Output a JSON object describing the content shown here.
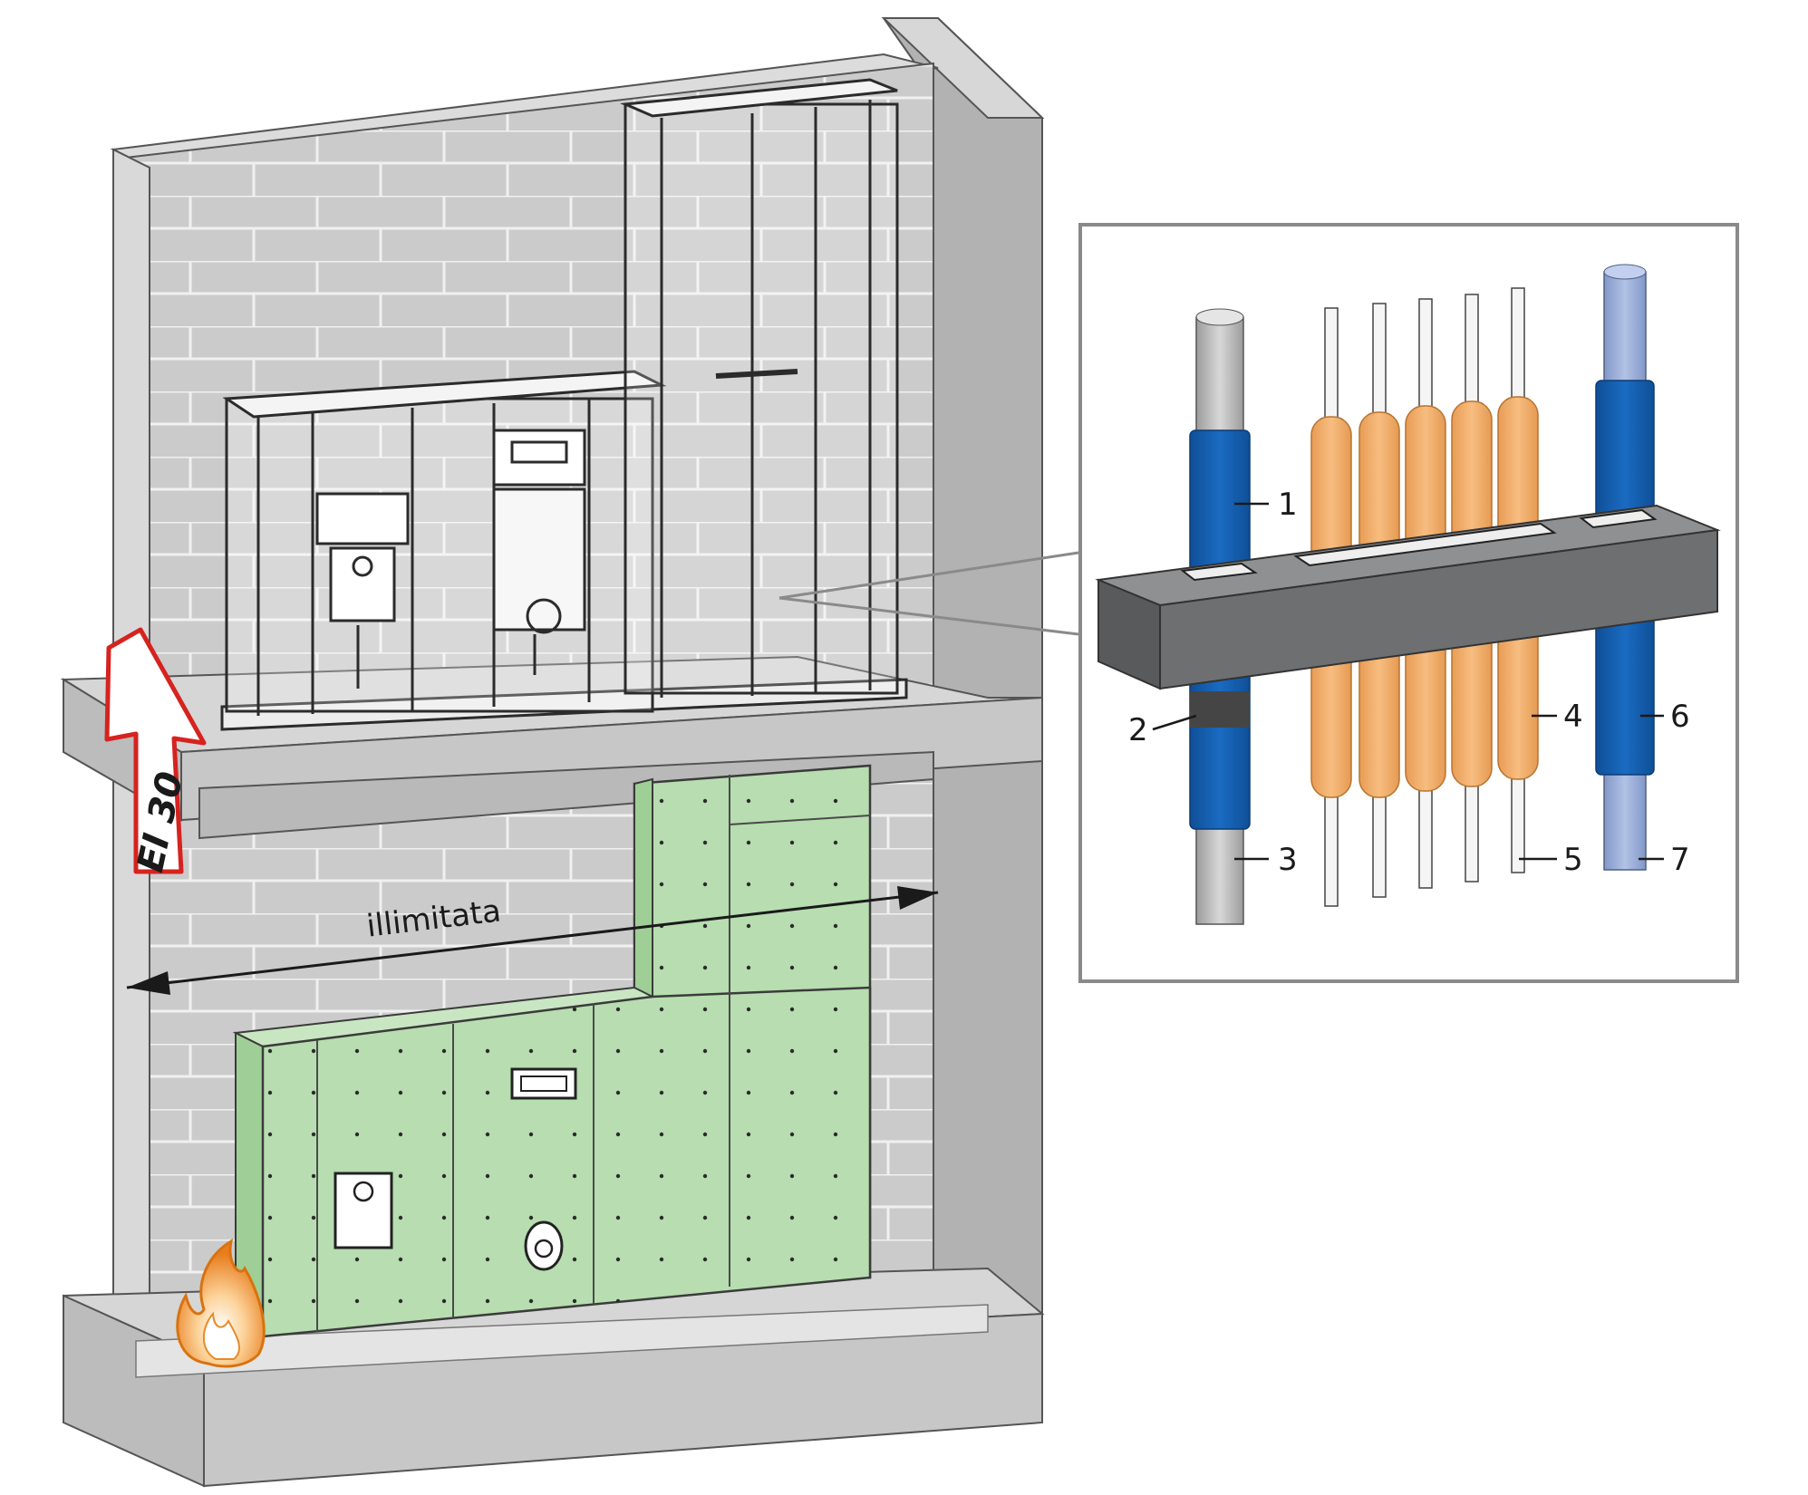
{
  "diagram": {
    "fire_class_label": "EI 30",
    "width_label": "illimitata",
    "callouts": [
      "1",
      "2",
      "3",
      "4",
      "5",
      "6",
      "7"
    ],
    "colors": {
      "wall": "#c9c9c9",
      "wall_dark": "#a8a8a8",
      "board": "#b5dcae",
      "pipe_blue": "#1461b3",
      "pipe_light_blue": "#9aaed9",
      "insulation_orange": "#f5b574",
      "fire_arrow": "#d6231f",
      "sleeve": "#6e6f71"
    },
    "icons": [
      "fire-icon",
      "fire-resistance-arrow-icon",
      "dimension-arrow-icon"
    ]
  }
}
